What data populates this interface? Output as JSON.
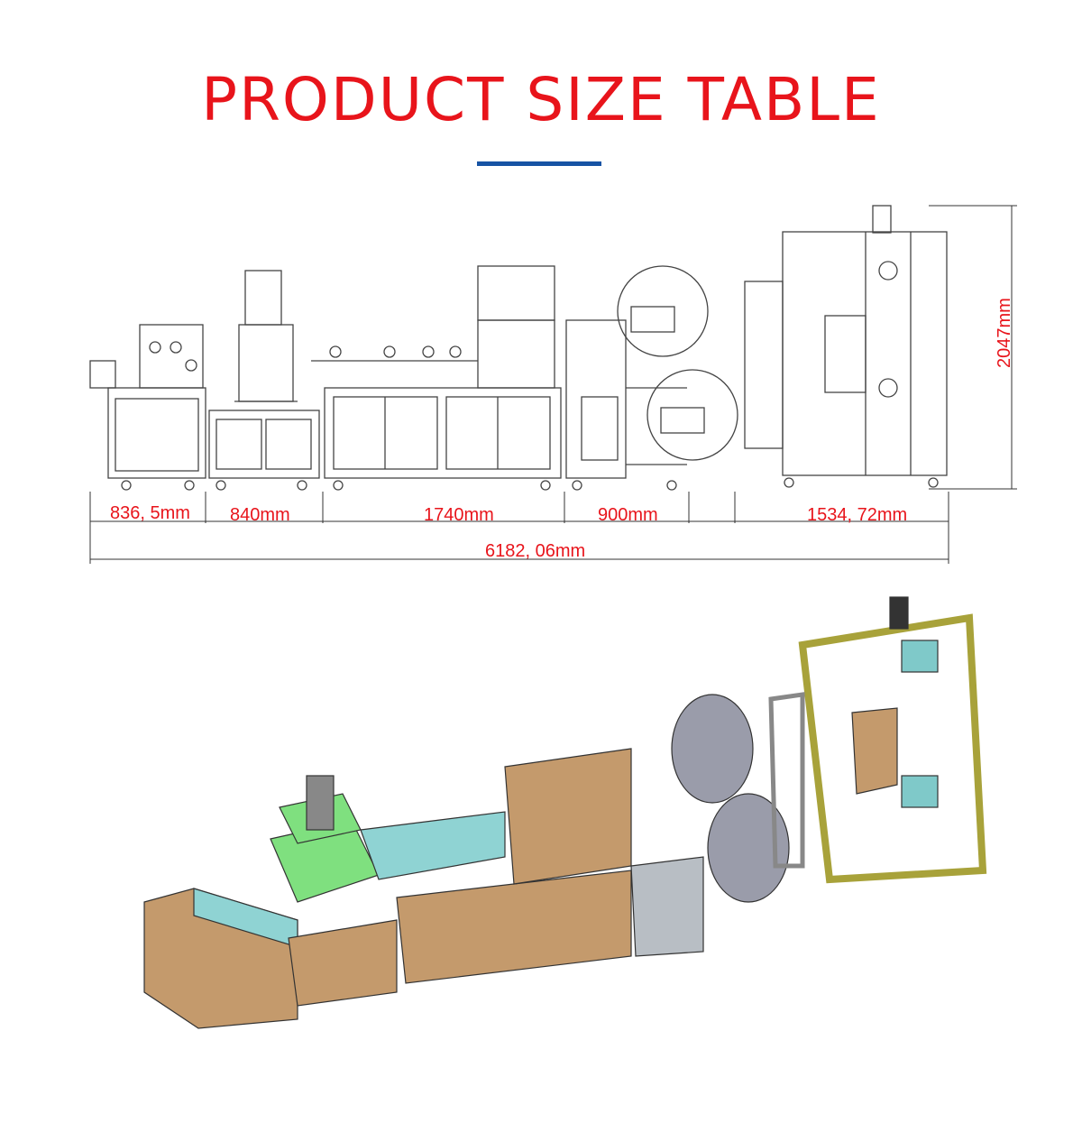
{
  "title": "PRODUCT SIZE TABLE",
  "colors": {
    "title": "#e8141b",
    "rule": "#1753a4",
    "dimension_text": "#e8141b"
  },
  "dimensions": {
    "segment_1": "836, 5mm",
    "segment_2": "840mm",
    "segment_3": "1740mm",
    "segment_4": "900mm",
    "side_width": "1534, 72mm",
    "total_length": "6182, 06mm",
    "height": "2047mm"
  }
}
